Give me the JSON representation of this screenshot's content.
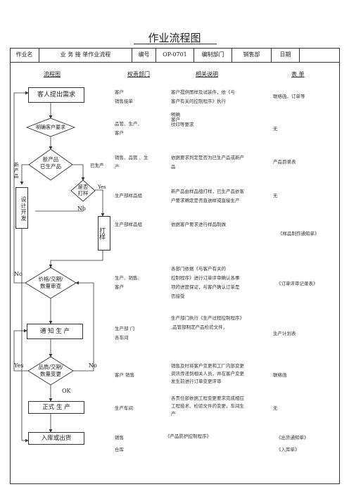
{
  "title": "作业流程图",
  "header": {
    "name_label": "作业名",
    "name_value": "业 务 接 单作业流程",
    "code_label": "编号",
    "code_value": "OP-0701",
    "dept_label": "编制部门",
    "dept_value": "销售部",
    "date_label": "日期",
    "date_value": ""
  },
  "columns": {
    "flow": "流程图",
    "dept": "权责部门",
    "desc": "相关说明",
    "form": "表 单"
  },
  "flow": {
    "n1": "客人提出需求",
    "n2": "明确客户要求",
    "n3a": "新产品",
    "n3b": "已生产品",
    "n4": "设计开发",
    "n5a": "是否",
    "n5b": "打样",
    "n6": "打样",
    "n7a": "价格/交期/",
    "n7b": "数量审查",
    "n8": "通 知 生 产",
    "n9a": "品质/交期/",
    "n9b": "数量变更",
    "n10": "正式 生 产",
    "n11": "入库或出货",
    "lbl_new": "新产品",
    "lbl_exist": "已生产",
    "lbl_yes1": "Yes",
    "lbl_no1": "No",
    "lbl_no2": "No",
    "lbl_yes2": "Yes",
    "lbl_no3": "No",
    "lbl_ok": "OK"
  },
  "rows": [
    {
      "dept": "客户\n销售接单",
      "desc": "客户提供图样及试装件，依《与\n客户有关的控制程序》执行",
      "form": "联络函、订单等"
    },
    {
      "dept": "品管、生产、\n客户",
      "desc": "明确\n客户\n纹印等要求",
      "form": "无"
    },
    {
      "dept": "销售、品管 、生\n产",
      "desc": "依据要求判定是否为已生产品或新产\n品",
      "form": "产品目录表"
    },
    {
      "dept": "生产部样品组",
      "desc": "新产品由样品组打样，已生产品依客\n户要求确定是否直送样或直接生产",
      "form": "无"
    },
    {
      "dept": "生产部样品组",
      "desc": "依据客户要求进行样品制做",
      "form": "《样品制作通知单》"
    },
    {
      "dept": "生产、销售、\n客户",
      "desc": "各部门依据《与客户有关的\n控制程序》进行订单评审确认各事\n项的进度保证，与客户确认订单是\n否接受",
      "form": "《订单评审记录表》"
    },
    {
      "dept": "生产部 门\n各车间",
      "desc": "生产部门执行《生产过程控制程序》\n,品管部制定产品检验文件，",
      "form": "生产计划表"
    },
    {
      "dept": "客户      销售",
      "desc": "销售及时将客户变更和工厂内部变更\n资讯传递到相关人员，并在客户变更\n发生前进行订单变更评审",
      "form": "联络函"
    },
    {
      "dept": "生产车间",
      "desc": "各责任部依据工程变更要求完成相应\n工程技术、检验文件的变更，车间生\n产",
      "form": "无"
    },
    {
      "dept": "销售\n仓库",
      "desc": "《产品防护控制程序》",
      "form": "《出货通知单》\n《入库单》"
    }
  ]
}
